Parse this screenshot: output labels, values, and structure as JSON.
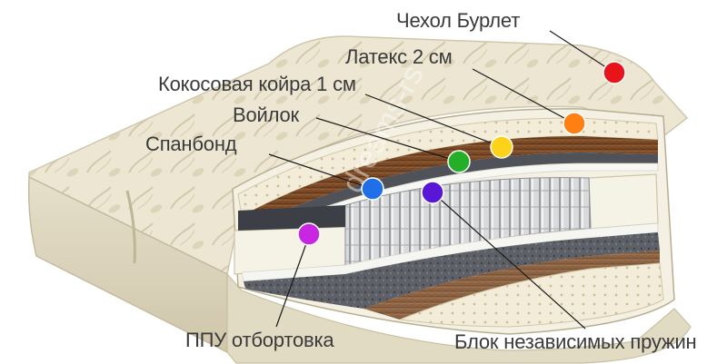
{
  "labels": [
    {
      "id": "cover",
      "text": "Чехол Бурлет",
      "color": "#e8141c"
    },
    {
      "id": "latex",
      "text": "Латекс 2 см",
      "color": "#ff7f12"
    },
    {
      "id": "coir",
      "text": "Кокосовая койра 1 см",
      "color": "#ffd21a"
    },
    {
      "id": "felt",
      "text": "Войлок",
      "color": "#23b026"
    },
    {
      "id": "spunbond",
      "text": "Спанбонд",
      "color": "#1f6fe8"
    },
    {
      "id": "springs",
      "text": "Блок независимых пружин",
      "color": "#5a16d6"
    },
    {
      "id": "ppu",
      "text": "ППУ отбортовка",
      "color": "#c826e0"
    }
  ],
  "watermark": "dreams-rs"
}
